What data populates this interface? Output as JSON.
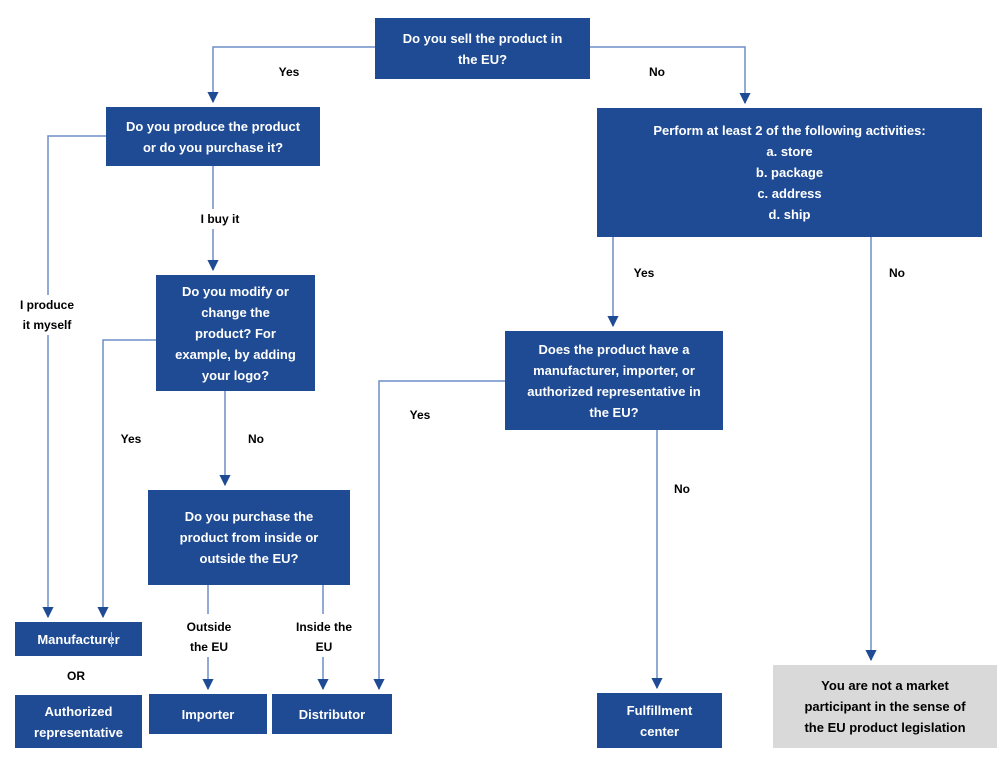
{
  "title": "EU market participant decision flowchart",
  "colors": {
    "node_fill": "#1F4B94",
    "node_text": "#FFFFFF",
    "end_gray_fill": "#D9D9D9",
    "connector_line": "#6F8EC8",
    "arrowhead": "#1F4B94",
    "label_text": "#000000"
  },
  "nodes": {
    "sell": {
      "label": "Do you sell the product in\nthe EU?"
    },
    "produce_or_purchase": {
      "label": "Do you produce the product\nor do you purchase it?"
    },
    "perform_activities": {
      "label": "Perform at least 2 of the following activities:\na. store\nb. package\nc. address\nd. ship"
    },
    "modify_product": {
      "label": "Do you modify or\nchange the\nproduct? For\nexample, by adding\nyour logo?"
    },
    "purchase_origin": {
      "label": "Do you purchase the\nproduct from inside or\noutside the EU?"
    },
    "has_eu_representative": {
      "label": "Does the product have a\nmanufacturer, importer, or\nauthorized representative in\nthe EU?"
    },
    "manufacturer": {
      "label": "Manufacturer"
    },
    "authorized_representative": {
      "label": "Authorized\nrepresentative"
    },
    "importer": {
      "label": "Importer"
    },
    "distributor": {
      "label": "Distributor"
    },
    "fulfillment_center": {
      "label": "Fulfillment\ncenter"
    },
    "not_market_participant": {
      "label": "You are not a market\nparticipant in the sense of\nthe EU product legislation"
    }
  },
  "edge_labels": {
    "yes_top": "Yes",
    "no_top": "No",
    "i_buy_it": "I buy it",
    "i_produce_it_myself": "I produce\nit myself",
    "yes_modify": "Yes",
    "no_modify": "No",
    "outside_the_eu": "Outside\nthe EU",
    "inside_the_eu": "Inside the\nEU",
    "yes_perform": "Yes",
    "no_perform": "No",
    "yes_has_representative": "Yes",
    "no_has_representative": "No",
    "or": "OR"
  }
}
